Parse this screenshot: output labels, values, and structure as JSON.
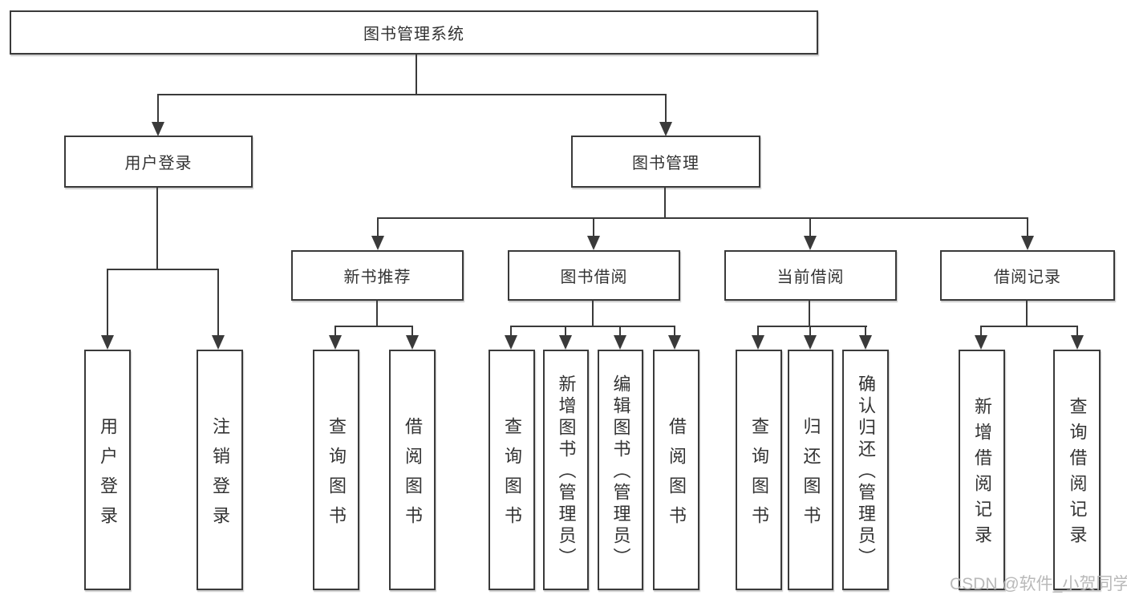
{
  "colors": {
    "line": "#3a3a3a",
    "text": "#333333",
    "box_bg": "#ffffff",
    "watermark": "#b9b9b9"
  },
  "watermark": {
    "text": "CSDN @软件_小贺同学"
  },
  "diagram": {
    "type": "tree",
    "root": {
      "label": "图书管理系统"
    },
    "branches": [
      {
        "label": "用户登录",
        "children": [
          {
            "label": "用户登录"
          },
          {
            "label": "注销登录"
          }
        ]
      },
      {
        "label": "图书管理",
        "children": [
          {
            "label": "新书推荐",
            "children": [
              {
                "label": "查询图书"
              },
              {
                "label": "借阅图书"
              }
            ]
          },
          {
            "label": "图书借阅",
            "children": [
              {
                "label": "查询图书"
              },
              {
                "label": "新增图书（管理员）"
              },
              {
                "label": "编辑图书（管理员）"
              },
              {
                "label": "借阅图书"
              }
            ]
          },
          {
            "label": "当前借阅",
            "children": [
              {
                "label": "查询图书"
              },
              {
                "label": "归还图书"
              },
              {
                "label": "确认归还（管理员）"
              }
            ]
          },
          {
            "label": "借阅记录",
            "children": [
              {
                "label": "新增借阅记录"
              },
              {
                "label": "查询借阅记录"
              }
            ]
          }
        ]
      }
    ]
  }
}
